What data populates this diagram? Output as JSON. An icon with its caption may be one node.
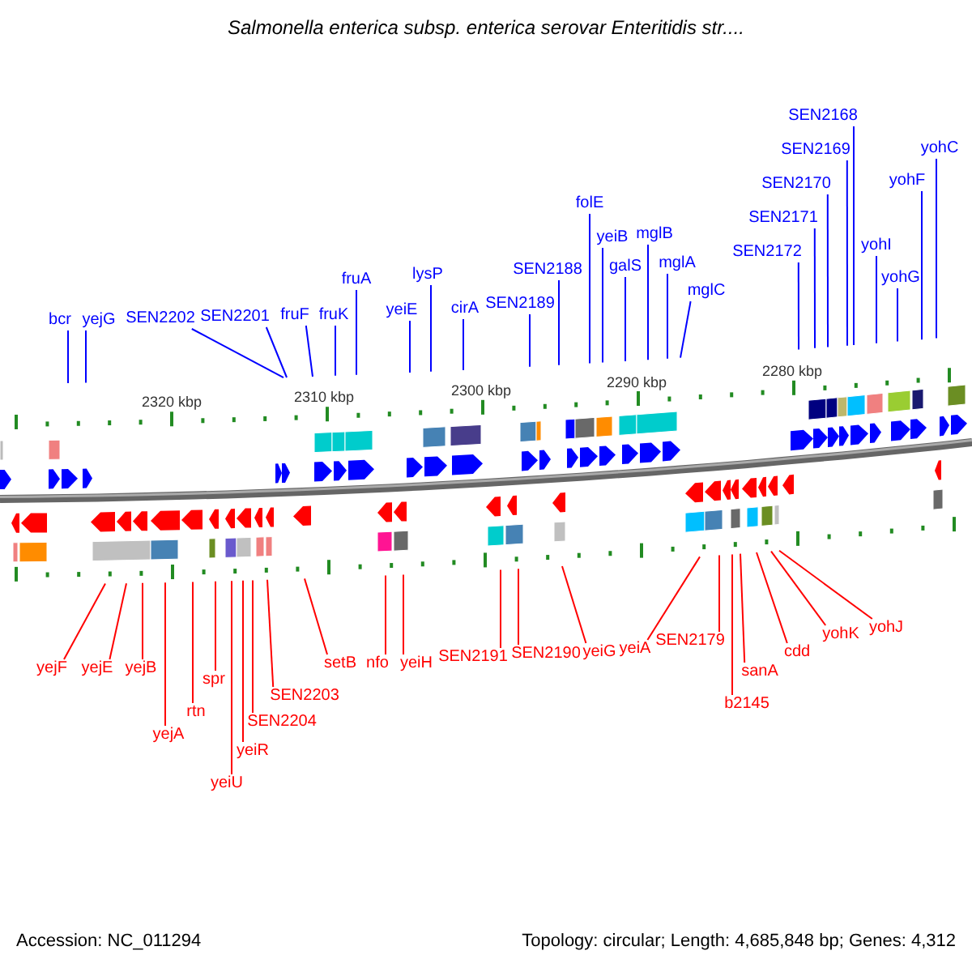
{
  "diagram": {
    "title": "Salmonella enterica subsp. enterica serovar Enteritidis str....",
    "nodes": [
      {
        "text": [
          "bcr"
        ]
      },
      {
        "text": [
          "yejG"
        ]
      },
      {
        "text": [
          "SEN2202"
        ]
      },
      {
        "text": [
          "SEN2201"
        ]
      },
      {
        "text": [
          "fruF"
        ]
      },
      {
        "text": [
          "fruK"
        ]
      },
      {
        "text": [
          "fruA"
        ]
      },
      {
        "text": [
          "yeiE"
        ]
      },
      {
        "text": [
          "lysP"
        ]
      },
      {
        "text": [
          "cirA"
        ]
      },
      {
        "text": [
          "SEN2189"
        ]
      },
      {
        "text": [
          "SEN2188"
        ]
      },
      {
        "text": [
          "folE"
        ]
      },
      {
        "text": [
          "yeiB"
        ]
      },
      {
        "text": [
          "galS"
        ]
      },
      {
        "text": [
          "mglB"
        ]
      },
      {
        "text": [
          "mglA"
        ]
      },
      {
        "text": [
          "mglC"
        ]
      },
      {
        "text": [
          "SEN2172"
        ]
      },
      {
        "text": [
          "SEN2171"
        ]
      },
      {
        "text": [
          "SEN2170"
        ]
      },
      {
        "text": [
          "SEN2169"
        ]
      },
      {
        "text": [
          "SEN2168"
        ]
      },
      {
        "text": [
          "yohI"
        ]
      },
      {
        "text": [
          "yohG"
        ]
      },
      {
        "text": [
          "yohF"
        ]
      },
      {
        "text": [
          "yohC"
        ]
      },
      {
        "text": [
          "yejF"
        ]
      },
      {
        "text": [
          "yejE"
        ]
      },
      {
        "text": [
          "yejB"
        ]
      },
      {
        "text": [
          "yejA"
        ]
      },
      {
        "text": [
          "rtn"
        ]
      },
      {
        "text": [
          "spr"
        ]
      },
      {
        "text": [
          "yeiU"
        ]
      },
      {
        "text": [
          "yeiR"
        ]
      },
      {
        "text": [
          "SEN2204"
        ]
      },
      {
        "text": [
          "SEN2203"
        ]
      },
      {
        "text": [
          "setB"
        ]
      },
      {
        "text": [
          "nfo"
        ]
      },
      {
        "text": [
          "yeiH"
        ]
      },
      {
        "text": [
          "SEN2191"
        ]
      },
      {
        "text": [
          "SEN2190"
        ]
      },
      {
        "text": [
          "yeiG"
        ]
      },
      {
        "text": [
          "yeiA"
        ]
      },
      {
        "text": [
          "SEN2179"
        ]
      },
      {
        "text": [
          "b2145"
        ]
      },
      {
        "text": [
          "sanA"
        ]
      },
      {
        "text": [
          "cdd"
        ]
      },
      {
        "text": [
          "yohK"
        ]
      },
      {
        "text": [
          "yohJ"
        ]
      }
    ],
    "edges": [
      {
        "from": 0,
        "to": null,
        "arrow": "none"
      },
      {
        "from": 1,
        "to": null,
        "arrow": "none"
      },
      {
        "from": 2,
        "to": null,
        "arrow": "none"
      },
      {
        "from": 3,
        "to": null,
        "arrow": "none"
      },
      {
        "from": 4,
        "to": null,
        "arrow": "none"
      },
      {
        "from": 5,
        "to": null,
        "arrow": "none"
      },
      {
        "from": 6,
        "to": null,
        "arrow": "none"
      },
      {
        "from": 7,
        "to": null,
        "arrow": "none"
      },
      {
        "from": 8,
        "to": null,
        "arrow": "none"
      },
      {
        "from": 9,
        "to": null,
        "arrow": "none"
      },
      {
        "from": 10,
        "to": null,
        "arrow": "none"
      },
      {
        "from": 11,
        "to": null,
        "arrow": "none"
      },
      {
        "from": 12,
        "to": null,
        "arrow": "none"
      },
      {
        "from": 13,
        "to": null,
        "arrow": "none"
      },
      {
        "from": 14,
        "to": null,
        "arrow": "none"
      },
      {
        "from": 15,
        "to": null,
        "arrow": "none"
      },
      {
        "from": 16,
        "to": null,
        "arrow": "none"
      },
      {
        "from": 17,
        "to": null,
        "arrow": "none"
      },
      {
        "from": 18,
        "to": null,
        "arrow": "none"
      },
      {
        "from": 19,
        "to": null,
        "arrow": "none"
      },
      {
        "from": 20,
        "to": null,
        "arrow": "none"
      },
      {
        "from": 21,
        "to": null,
        "arrow": "none"
      },
      {
        "from": 22,
        "to": null,
        "arrow": "none"
      },
      {
        "from": 23,
        "to": null,
        "arrow": "none"
      },
      {
        "from": 24,
        "to": null,
        "arrow": "none"
      },
      {
        "from": 25,
        "to": null,
        "arrow": "none"
      },
      {
        "from": 26,
        "to": null,
        "arrow": "none"
      },
      {
        "from": 27,
        "to": null,
        "arrow": "none",
        "color": "#ff0000"
      },
      {
        "from": 28,
        "to": null,
        "arrow": "none",
        "color": "#ff0000"
      },
      {
        "from": 29,
        "to": null,
        "arrow": "none",
        "color": "#ff0000"
      },
      {
        "from": 30,
        "to": null,
        "arrow": "none",
        "color": "#ff0000"
      },
      {
        "from": 31,
        "to": null,
        "arrow": "none",
        "color": "#ff0000"
      },
      {
        "from": 32,
        "to": null,
        "arrow": "none",
        "color": "#ff0000"
      },
      {
        "from": 33,
        "to": null,
        "arrow": "none",
        "color": "#ff0000"
      },
      {
        "from": 34,
        "to": null,
        "arrow": "none",
        "color": "#ff0000"
      },
      {
        "from": 35,
        "to": null,
        "arrow": "none",
        "color": "#ff0000"
      },
      {
        "from": 36,
        "to": null,
        "arrow": "none",
        "color": "#ff0000"
      },
      {
        "from": 37,
        "to": null,
        "arrow": "none",
        "color": "#ff0000"
      },
      {
        "from": 38,
        "to": null,
        "arrow": "none",
        "color": "#ff0000"
      },
      {
        "from": 39,
        "to": null,
        "arrow": "none",
        "color": "#ff0000"
      },
      {
        "from": 40,
        "to": null,
        "arrow": "none",
        "color": "#ff0000"
      },
      {
        "from": 41,
        "to": null,
        "arrow": "none",
        "color": "#ff0000"
      },
      {
        "from": 42,
        "to": null,
        "arrow": "none",
        "color": "#ff0000"
      },
      {
        "from": 43,
        "to": null,
        "arrow": "none",
        "color": "#ff0000"
      },
      {
        "from": 44,
        "to": null,
        "arrow": "none",
        "color": "#ff0000"
      },
      {
        "from": 45,
        "to": null,
        "arrow": "none",
        "color": "#ff0000"
      },
      {
        "from": 46,
        "to": null,
        "arrow": "none",
        "color": "#ff0000"
      },
      {
        "from": 47,
        "to": null,
        "arrow": "none",
        "color": "#ff0000"
      },
      {
        "from": 48,
        "to": null,
        "arrow": "none",
        "color": "#ff0000"
      },
      {
        "from": 49,
        "to": null,
        "arrow": "none",
        "color": "#ff0000"
      }
    ],
    "labels": [
      "2320 kbp",
      "2310 kbp",
      "2300 kbp",
      "2290 kbp",
      "2280 kbp",
      "Accession: NC_011294",
      "Topology: circular; Length: 4,685,848 bp; Genes: 4,312"
    ]
  }
}
